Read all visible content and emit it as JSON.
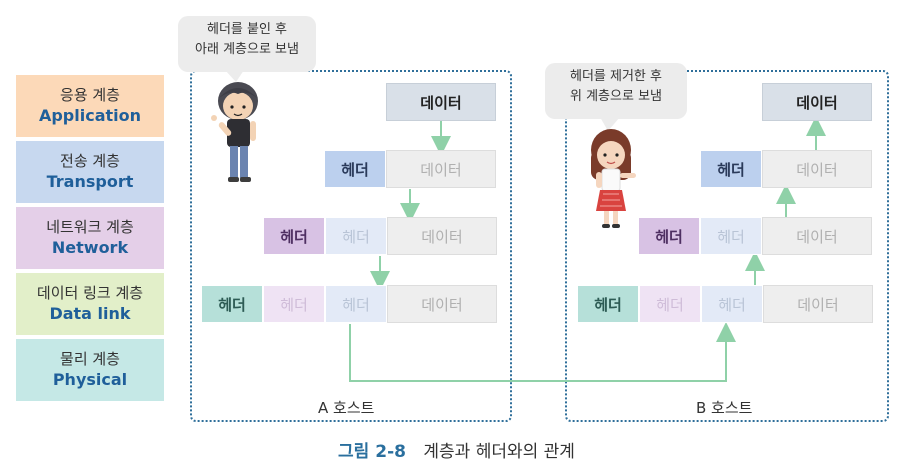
{
  "layers": [
    {
      "ko": "응용 계층",
      "en": "Application",
      "color": "#fcd9b8",
      "en_color": "#1f5f9a"
    },
    {
      "ko": "전송 계층",
      "en": "Transport",
      "color": "#c7d8ef",
      "en_color": "#1f5f9a"
    },
    {
      "ko": "네트워크 계층",
      "en": "Network",
      "color": "#e4cfe8",
      "en_color": "#1f5f9a"
    },
    {
      "ko": "데이터 링크 계층",
      "en": "Data link",
      "color": "#e2efc9",
      "en_color": "#1f5f9a"
    },
    {
      "ko": "물리 계층",
      "en": "Physical",
      "color": "#c5e8e6",
      "en_color": "#1f5f9a"
    }
  ],
  "host_a": {
    "label": "A 호스트",
    "bubble_line1": "헤더를 붙인 후",
    "bubble_line2": "아래 계층으로 보냄"
  },
  "host_b": {
    "label": "B 호스트",
    "bubble_line1": "헤더를 제거한 후",
    "bubble_line2": "위 계층으로 보냄"
  },
  "packet": {
    "data": "데이터",
    "header": "헤더"
  },
  "caption": {
    "number": "그림 2-8",
    "text": "계층과 헤더와의 관계"
  },
  "colors": {
    "arrow": "#8fd1a8",
    "border": "#2f6f9a"
  }
}
